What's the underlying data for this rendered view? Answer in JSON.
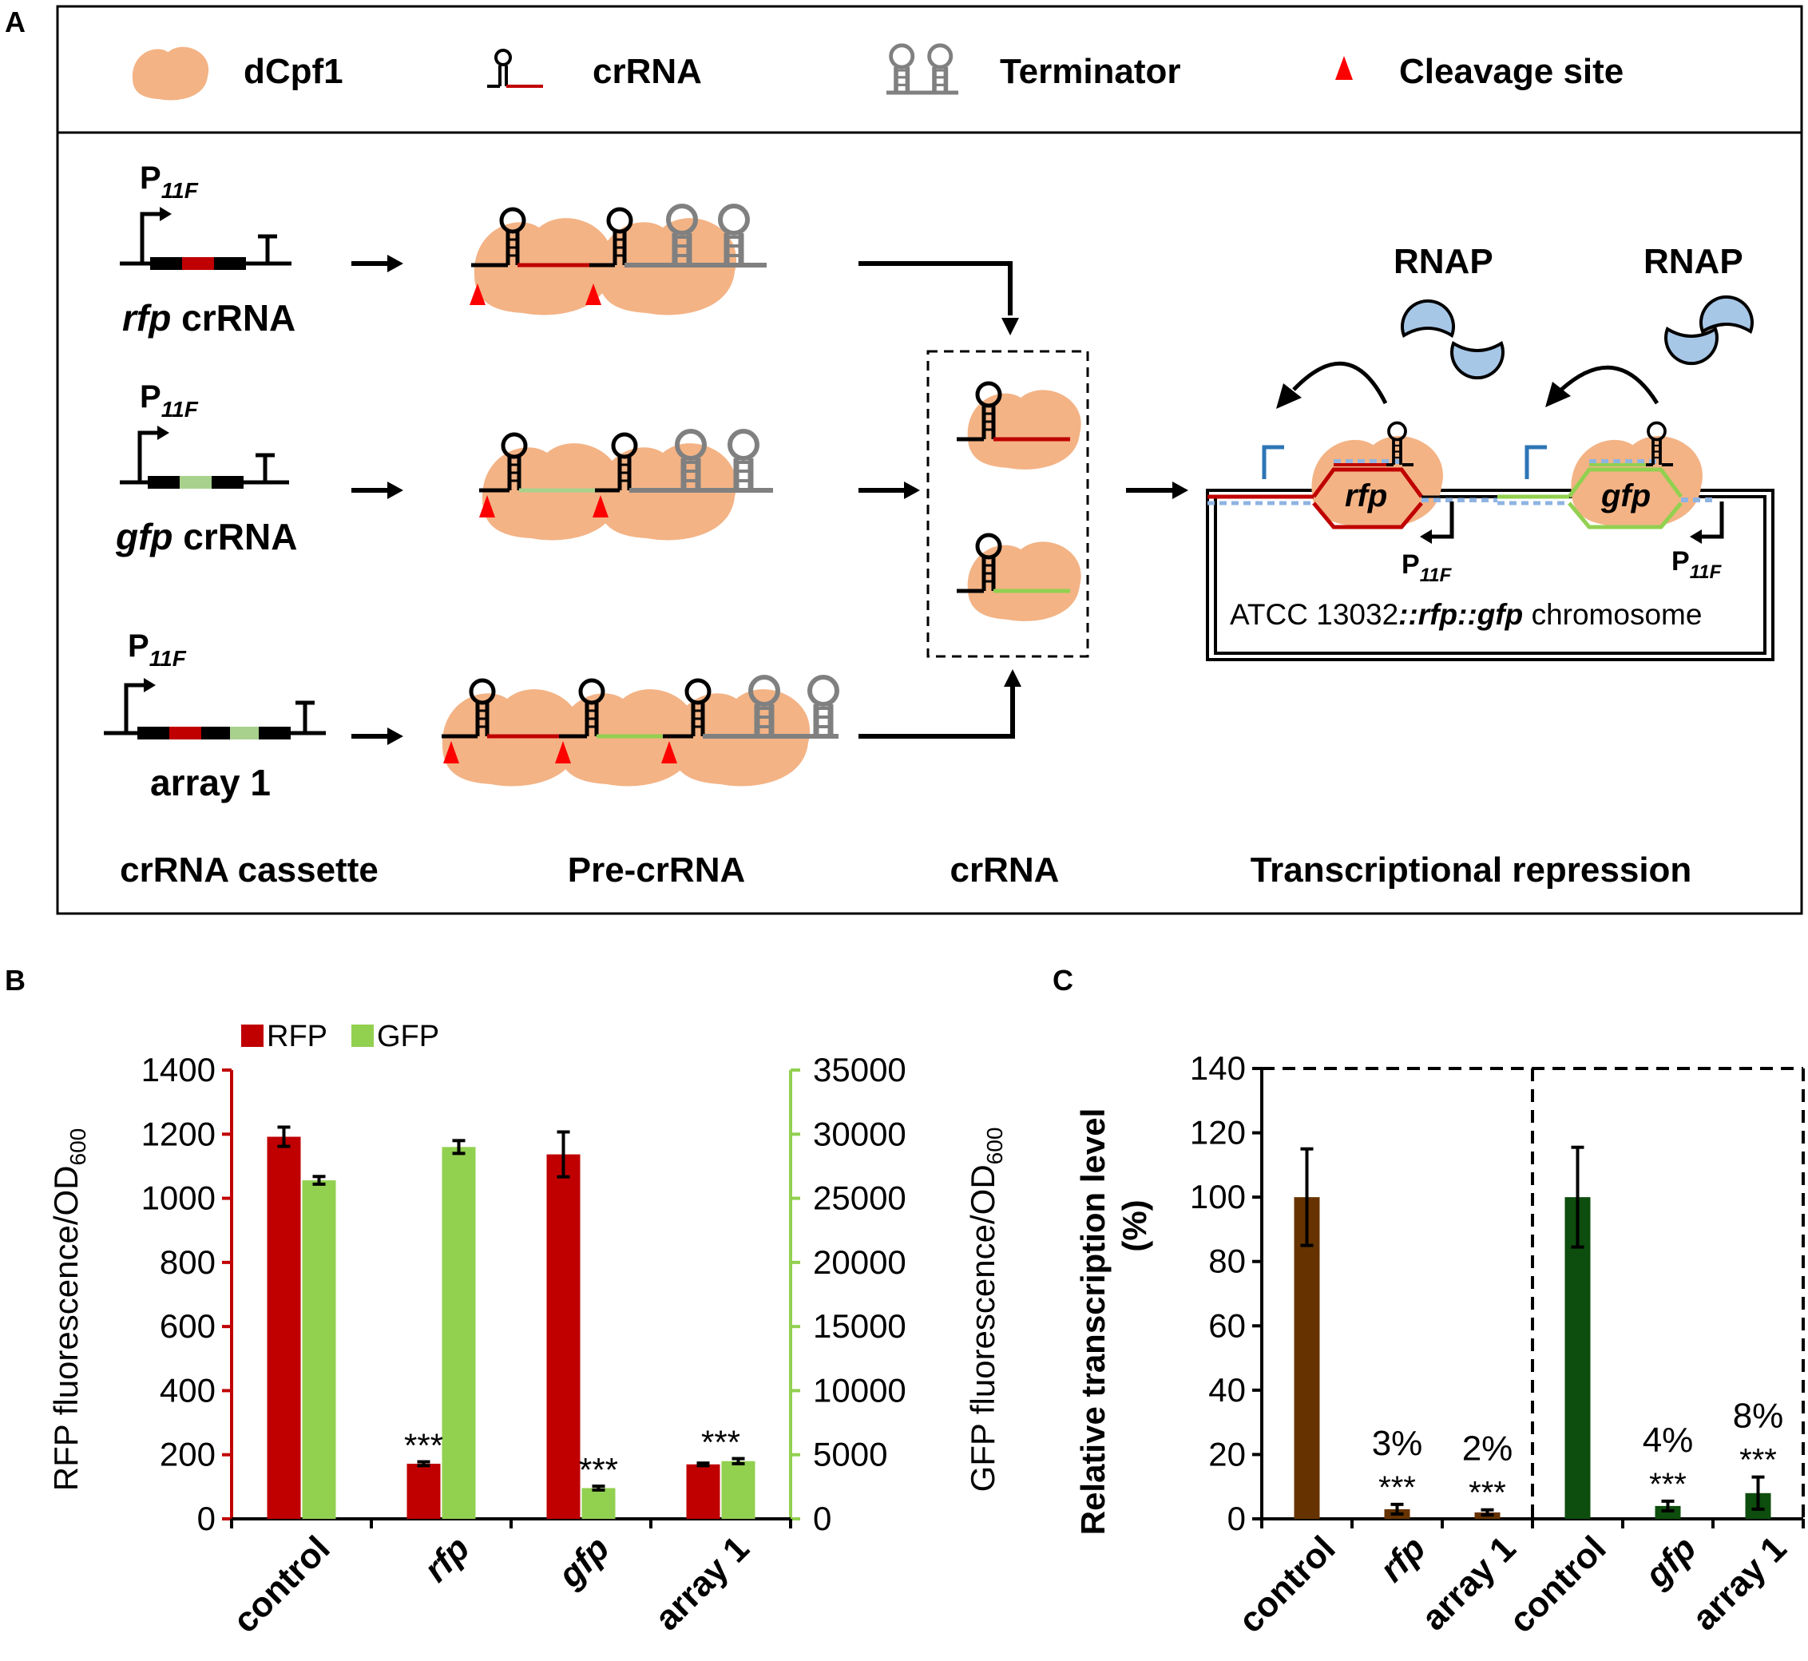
{
  "panel_labels": {
    "a": "A",
    "b": "B",
    "c": "C"
  },
  "legend_a": {
    "dcpf1": "dCpf1",
    "crrna": "crRNA",
    "terminator": "Terminator",
    "cleavage": "Cleavage site"
  },
  "cassettes": [
    {
      "promoter": "P",
      "promoter_sub": "11F",
      "name_italic": "rfp",
      "name_rest": " crRNA"
    },
    {
      "promoter": "P",
      "promoter_sub": "11F",
      "name_italic": "gfp",
      "name_rest": " crRNA"
    },
    {
      "promoter": "P",
      "promoter_sub": "11F",
      "name_italic": "",
      "name_rest": "array 1"
    }
  ],
  "chromosome": {
    "rnap": "RNAP",
    "gene1": "rfp",
    "gene2": "gfp",
    "promoter": "P",
    "promoter_sub": "11F",
    "label_pre": "ATCC 13032",
    "label_italic": "::rfp::gfp",
    "label_post": " chromosome"
  },
  "stage_labels": {
    "cassette": "crRNA cassette",
    "pre": "Pre-crRNA",
    "crrna": "crRNA",
    "repression": "Transcriptional repression"
  },
  "colors": {
    "dcpf1": "#f3b385",
    "red": "#c00000",
    "light_green": "#92d050",
    "gray": "#808080",
    "blue_dash": "#8fb4e3",
    "rnap": "#a7c7e7",
    "brown": "#663300",
    "dark_green": "#0d4d0d"
  },
  "chart_data": [
    {
      "type": "bar",
      "categories": [
        "control",
        "rfp",
        "gfp",
        "array 1"
      ],
      "series": [
        {
          "name": "RFP",
          "axis": "left",
          "color": "#c00000",
          "values": [
            1192,
            172,
            1137,
            170
          ],
          "errors": [
            30,
            6,
            70,
            4
          ]
        },
        {
          "name": "GFP",
          "axis": "right",
          "color": "#92d050",
          "values": [
            26400,
            29000,
            2400,
            4500
          ],
          "errors": [
            300,
            500,
            150,
            200
          ]
        }
      ],
      "ylabel_left": "RFP fluorescence/OD",
      "ylabel_left_sub": "600",
      "ylabel_right": "GFP fluorescence/OD",
      "ylabel_right_sub": "600",
      "ylim_left": [
        0,
        1400
      ],
      "yticks_left": [
        "0",
        "200",
        "400",
        "600",
        "800",
        "1000",
        "1200",
        "1400"
      ],
      "ylim_right": [
        0,
        35000
      ],
      "yticks_right": [
        "0",
        "5000",
        "10000",
        "15000",
        "20000",
        "25000",
        "30000",
        "35000"
      ],
      "annotations": [
        {
          "category": "rfp",
          "series": "RFP",
          "text": "***"
        },
        {
          "category": "gfp",
          "series": "GFP",
          "text": "***"
        },
        {
          "category": "array 1",
          "series": "both",
          "text": "***"
        }
      ],
      "legend": "top-left",
      "grid": false
    },
    {
      "type": "bar",
      "categories": [
        "control",
        "rfp",
        "array 1",
        "control",
        "gfp",
        "array 1"
      ],
      "values": [
        100,
        3,
        2,
        100,
        4,
        8
      ],
      "errors": [
        15,
        1.5,
        0.8,
        15.5,
        1.5,
        5
      ],
      "colors": [
        "#663300",
        "#663300",
        "#663300",
        "#0d4d0d",
        "#0d4d0d",
        "#0d4d0d"
      ],
      "ylabel": "Relative transcription level",
      "ylabel2": "(%)",
      "ylim": [
        0,
        140
      ],
      "yticks": [
        "0",
        "20",
        "40",
        "60",
        "80",
        "100",
        "120",
        "140"
      ],
      "percent_labels": [
        "",
        "3%",
        "2%",
        "",
        "4%",
        "8%"
      ],
      "stars": [
        "",
        "***",
        "***",
        "",
        "***",
        "***"
      ],
      "grid": false
    }
  ]
}
